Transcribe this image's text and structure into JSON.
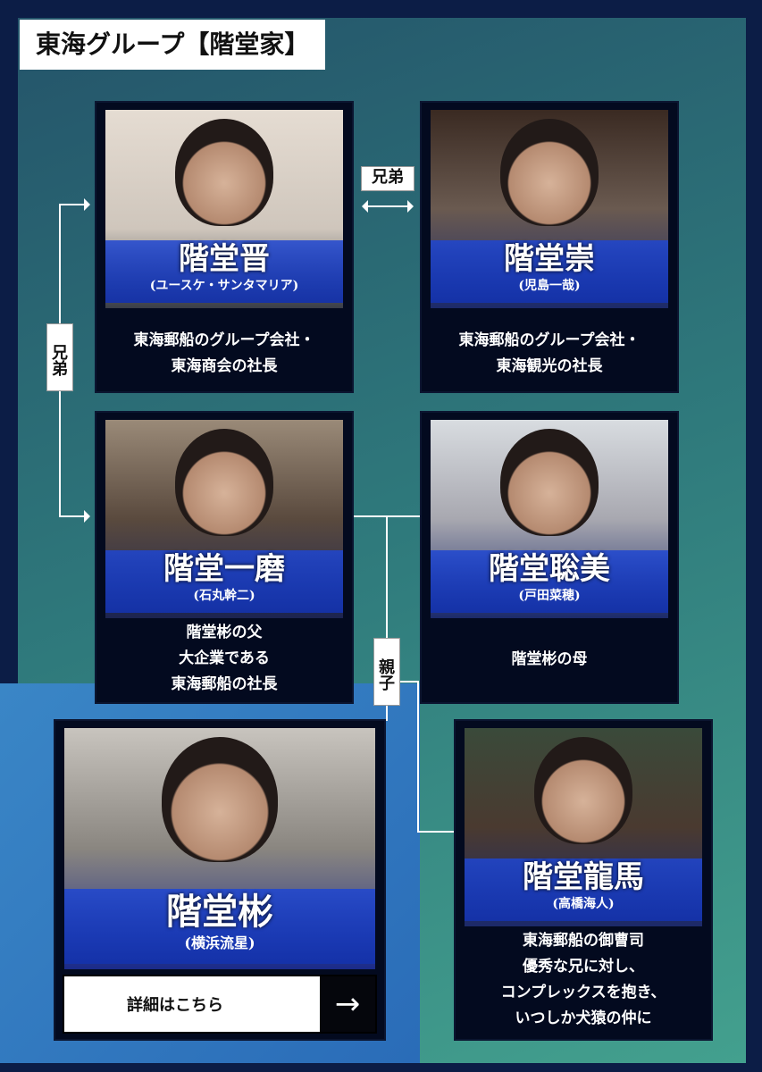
{
  "title": "東海グループ【階堂家】",
  "relations": {
    "brothers_top": "兄弟",
    "brothers_left": "兄弟",
    "parent_child": "親子"
  },
  "characters": [
    {
      "name": "階堂晋",
      "actor": "(ユースケ・サンタマリア)",
      "desc": [
        "東海郵船のグループ会社・",
        "東海商会の社長"
      ]
    },
    {
      "name": "階堂崇",
      "actor": "(児島一哉)",
      "desc": [
        "東海郵船のグループ会社・",
        "東海観光の社長"
      ]
    },
    {
      "name": "階堂一磨",
      "actor": "(石丸幹二)",
      "desc": [
        "階堂彬の父",
        "大企業である",
        "東海郵船の社長"
      ]
    },
    {
      "name": "階堂聡美",
      "actor": "(戸田菜穂)",
      "desc": [
        "階堂彬の母"
      ]
    },
    {
      "name": "階堂彬",
      "actor": "(横浜流星)",
      "button": "詳細はこちら"
    },
    {
      "name": "階堂龍馬",
      "actor": "(高橋海人)",
      "desc": [
        "東海郵船の御曹司",
        "優秀な兄に対し、",
        "コンプレックスを抱き、",
        "いつしか犬猿の仲に"
      ]
    }
  ]
}
